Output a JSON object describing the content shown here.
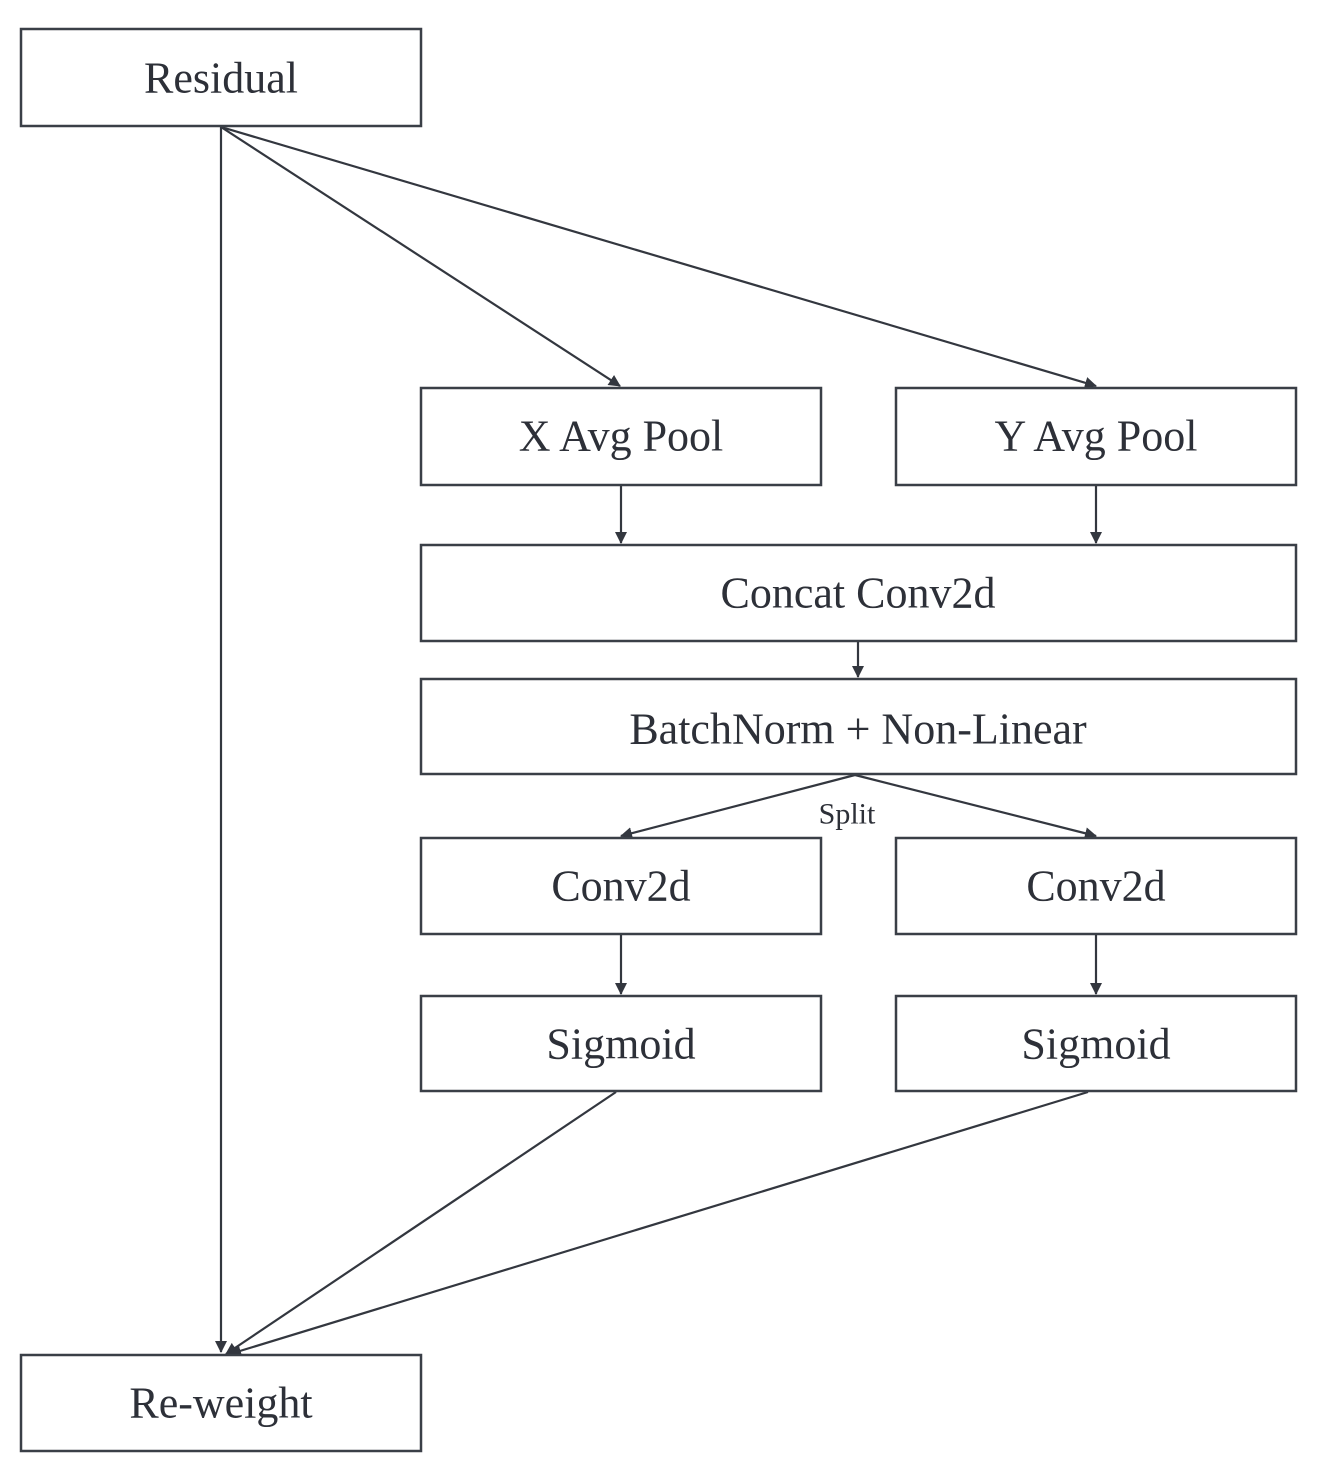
{
  "nodes": {
    "residual": "Residual",
    "x_avg_pool": "X Avg Pool",
    "y_avg_pool": "Y Avg Pool",
    "concat_conv2d": "Concat Conv2d",
    "batchnorm": "BatchNorm + Non-Linear",
    "conv2d_left": "Conv2d",
    "conv2d_right": "Conv2d",
    "sigmoid_left": "Sigmoid",
    "sigmoid_right": "Sigmoid",
    "reweight": "Re-weight"
  },
  "edge_labels": {
    "split": "Split"
  },
  "edges": [
    [
      "residual",
      "reweight"
    ],
    [
      "residual",
      "x_avg_pool"
    ],
    [
      "residual",
      "y_avg_pool"
    ],
    [
      "x_avg_pool",
      "concat_conv2d"
    ],
    [
      "y_avg_pool",
      "concat_conv2d"
    ],
    [
      "concat_conv2d",
      "batchnorm"
    ],
    [
      "batchnorm",
      "conv2d_left"
    ],
    [
      "batchnorm",
      "conv2d_right"
    ],
    [
      "conv2d_left",
      "sigmoid_left"
    ],
    [
      "conv2d_right",
      "sigmoid_right"
    ],
    [
      "sigmoid_left",
      "reweight"
    ],
    [
      "sigmoid_right",
      "reweight"
    ]
  ]
}
